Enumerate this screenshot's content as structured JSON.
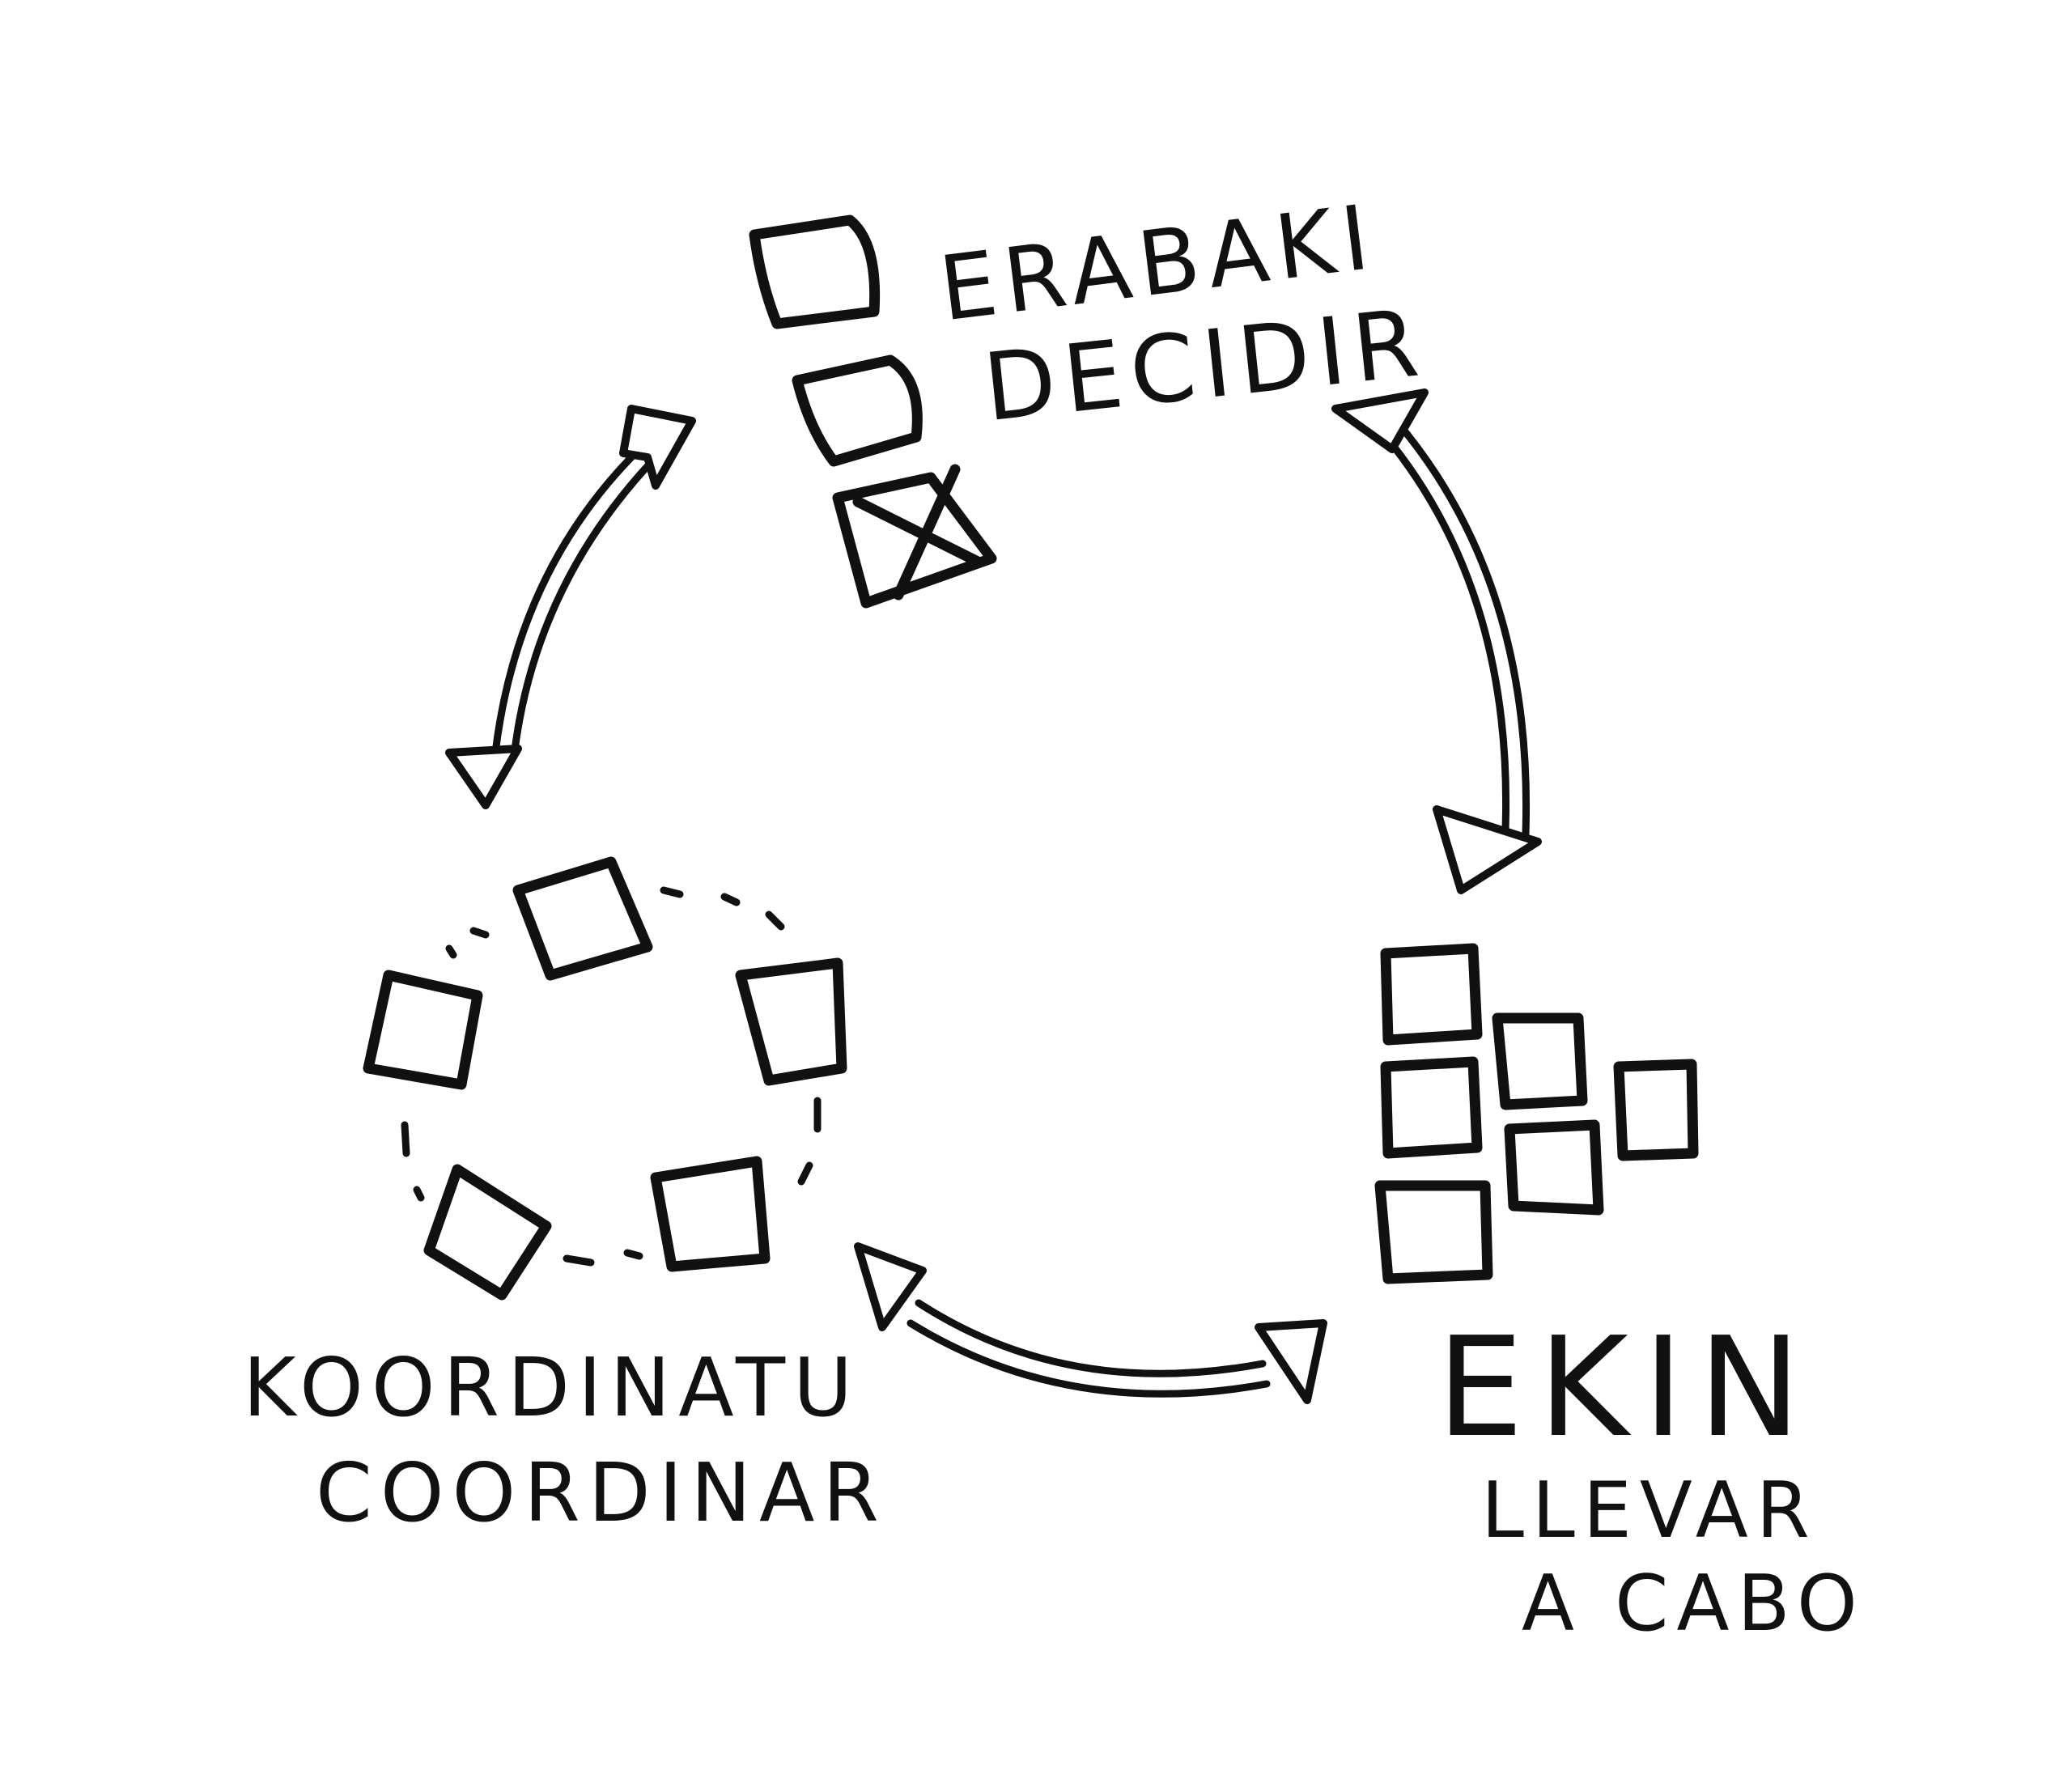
{
  "nodes": {
    "decide": {
      "label_eu": "ERABAKI",
      "label_es": "DECIDIR"
    },
    "coordinate": {
      "label_eu": "KOORDINATU",
      "label_es": "COORDINAR"
    },
    "execute": {
      "label_eu": "EKIN",
      "label_es_line1": "LLEVAR",
      "label_es_line2": "A CABO"
    }
  },
  "colors": {
    "ink": "#111111",
    "paper": "#ffffff"
  }
}
